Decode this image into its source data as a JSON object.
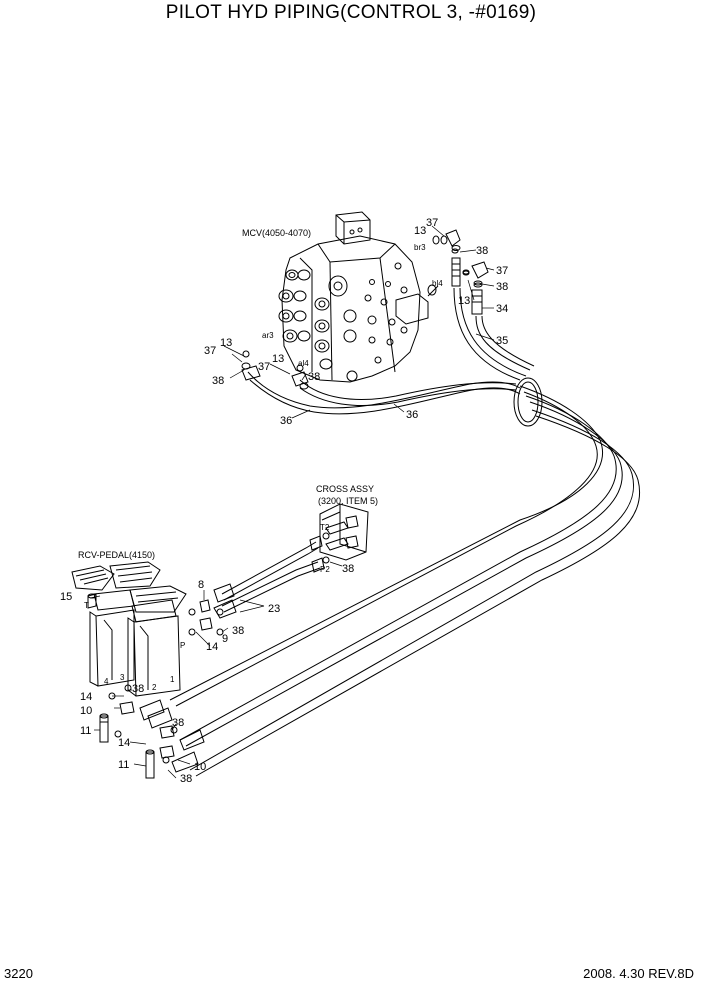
{
  "title": "PILOT HYD PIPING(CONTROL 3, -#0169)",
  "footer": {
    "page": "3220",
    "date_rev": "2008. 4.30  REV.8D"
  },
  "components": {
    "mcv": "MCV(4050-4070)",
    "cross_assy_1": "CROSS ASSY",
    "cross_assy_2": "(3200, ITEM 5)",
    "rcv_pedal": "RCV-PEDAL(4150)"
  },
  "port_labels": {
    "br3": "br3",
    "bl4": "bl4",
    "ar3": "ar3",
    "al4": "al4",
    "t2": "T2",
    "p2": "P2",
    "p": "P",
    "n1": "1",
    "n2": "2",
    "n3": "3",
    "n4": "4",
    "t": "T"
  },
  "callouts": {
    "c13a": "13",
    "c37a": "37",
    "c38a": "38",
    "c37b": "37",
    "c38b": "38",
    "c13b": "13",
    "c34": "34",
    "c35": "35",
    "c37c": "37",
    "c13c": "13",
    "c38c": "38",
    "c37d": "37",
    "c13d": "13",
    "c38d": "38",
    "c36a": "36",
    "c36b": "36",
    "c38e": "38",
    "c8": "8",
    "c15": "15",
    "c23": "23",
    "c38f": "38",
    "c9": "9",
    "c14a": "14",
    "c14b": "14",
    "c38g": "38",
    "c10a": "10",
    "c11a": "11",
    "c38h": "38",
    "c14c": "14",
    "c11b": "11",
    "c10b": "10",
    "c38i": "38"
  }
}
